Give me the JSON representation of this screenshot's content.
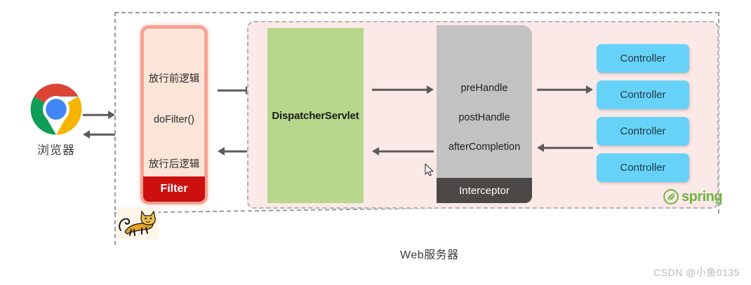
{
  "diagram": {
    "browser": {
      "icon": "chrome-logo",
      "label": "浏览器"
    },
    "web_server": {
      "label": "Web服务器",
      "tomcat_icon": "tomcat-logo"
    },
    "filter": {
      "pre_label": "放行前逻辑",
      "method_label": "doFilter()",
      "post_label": "放行后逻辑",
      "footer_label": "Filter",
      "body_color": "#fbe5d8",
      "border_color": "#f6a294",
      "footer_color": "#cc1010"
    },
    "spring_panel": {
      "background_color": "#fbe9e7",
      "border_color": "#b3b3b3",
      "logo_text": "spring",
      "logo_color": "#6db33f"
    },
    "dispatcher": {
      "label": "DispatcherServlet",
      "color": "#b6d78c"
    },
    "interceptor": {
      "pre_handle": "preHandle",
      "post_handle": "postHandle",
      "after_completion": "afterCompletion",
      "footer_label": "Interceptor",
      "body_color": "#c2c2c2",
      "footer_color": "#4b4846"
    },
    "controllers": [
      {
        "label": "Controller"
      },
      {
        "label": "Controller"
      },
      {
        "label": "Controller"
      },
      {
        "label": "Controller"
      }
    ],
    "controller_color": "#67d2f8",
    "arrow_color": "#5d5a5a"
  },
  "watermark": "CSDN @小鱼0135"
}
